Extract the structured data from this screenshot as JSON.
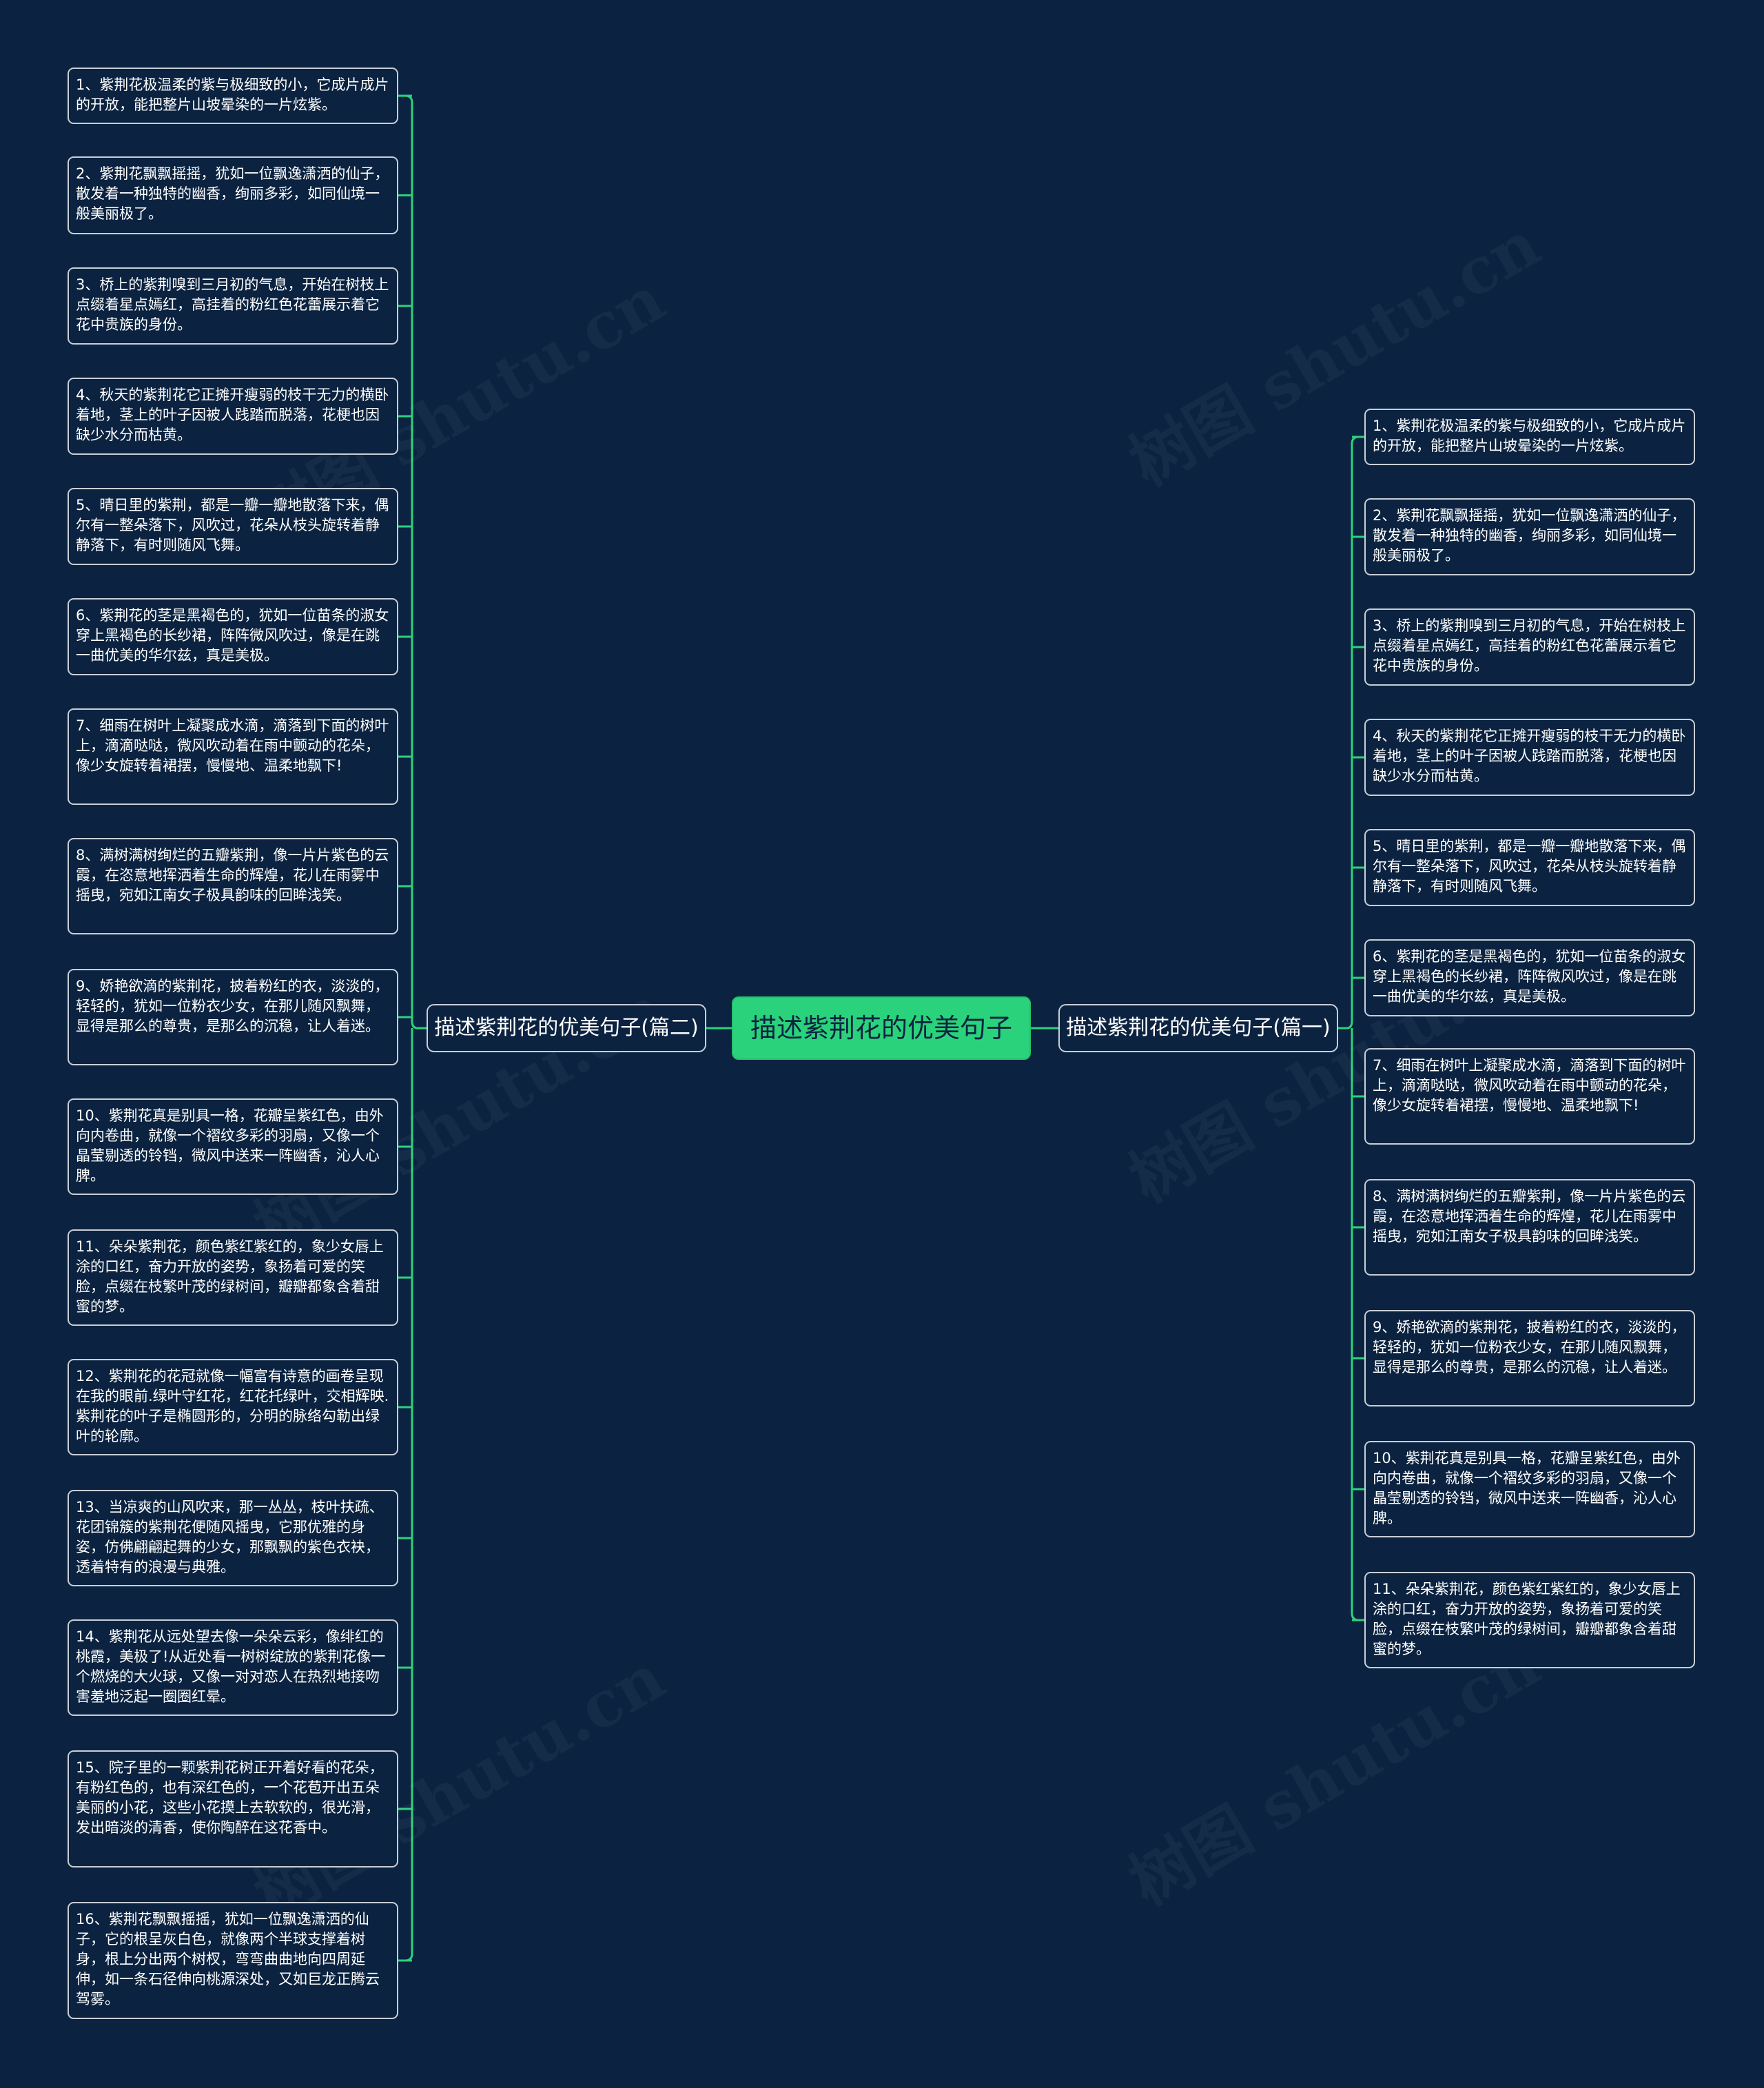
{
  "colors": {
    "background": "#0b2340",
    "connector": "#2bd27c",
    "root_fill": "#2bd27c",
    "node_border": "#c9ced6",
    "text": "#ffffff"
  },
  "watermark_text": "树图 shutu.cn",
  "root": {
    "label": "描述紫荆花的优美句子"
  },
  "left_branch": {
    "label": "描述紫荆花的优美句子(篇二)",
    "items": [
      "1、紫荆花极温柔的紫与极细致的小，它成片成片的开放，能把整片山坡晕染的一片炫紫。",
      "2、紫荆花飘飘摇摇，犹如一位飘逸潇洒的仙子，散发着一种独特的幽香，绚丽多彩，如同仙境一般美丽极了。",
      "3、桥上的紫荆嗅到三月初的气息，开始在树枝上点缀着星点嫣红，高挂着的粉红色花蕾展示着它花中贵族的身份。",
      "4、秋天的紫荆花它正摊开瘦弱的枝干无力的横卧着地，茎上的叶子因被人践踏而脱落，花梗也因缺少水分而枯黄。",
      "5、晴日里的紫荆，都是一瓣一瓣地散落下来，偶尔有一整朵落下，风吹过，花朵从枝头旋转着静静落下，有时则随风飞舞。",
      "6、紫荆花的茎是黑褐色的，犹如一位苗条的淑女穿上黑褐色的长纱裙，阵阵微风吹过，像是在跳一曲优美的华尔兹，真是美极。",
      "7、细雨在树叶上凝聚成水滴，滴落到下面的树叶上，滴滴哒哒，微风吹动着在雨中颤动的花朵，像少女旋转着裙摆，慢慢地、温柔地飘下!",
      "8、满树满树绚烂的五瓣紫荆，像一片片紫色的云霞，在恣意地挥洒着生命的辉煌，花儿在雨雾中摇曳，宛如江南女子极具韵味的回眸浅笑。",
      "9、娇艳欲滴的紫荆花，披着粉红的衣，淡淡的，轻轻的，犹如一位粉衣少女，在那儿随风飘舞，显得是那么的尊贵，是那么的沉稳，让人着迷。",
      "10、紫荆花真是别具一格，花瓣呈紫红色，由外向内卷曲，就像一个褶纹多彩的羽扇，又像一个晶莹剔透的铃铛，微风中送来一阵幽香，沁人心脾。",
      "11、朵朵紫荆花，颜色紫红紫红的，象少女唇上涂的口红，奋力开放的姿势，象扬着可爱的笑脸，点缀在枝繁叶茂的绿树间，瓣瓣都象含着甜蜜的梦。",
      "12、紫荆花的花冠就像一幅富有诗意的画卷呈现在我的眼前.绿叶守红花，红花托绿叶，交相辉映.紫荆花的叶子是椭圆形的，分明的脉络勾勒出绿叶的轮廓。",
      "13、当凉爽的山风吹来，那一丛丛，枝叶扶疏、花团锦簇的紫荆花便随风摇曳，它那优雅的身姿，仿佛翩翩起舞的少女，那飘飘的紫色衣袂，透着特有的浪漫与典雅。",
      "14、紫荆花从远处望去像一朵朵云彩，像绯红的桃霞，美极了!从近处看一树树绽放的紫荆花像一个燃烧的大火球，又像一对对恋人在热烈地接吻害羞地泛起一圈圈红晕。",
      "15、院子里的一颗紫荆花树正开着好看的花朵，有粉红色的，也有深红色的，一个花苞开出五朵美丽的小花，这些小花摸上去软软的，很光滑，发出暗淡的清香，使你陶醉在这花香中。",
      "16、紫荆花飘飘摇摇，犹如一位飘逸潇洒的仙子，它的根呈灰白色，就像两个半球支撑着树身，根上分出两个树杈，弯弯曲曲地向四周延伸，如一条石径伸向桃源深处，又如巨龙正腾云驾雾。"
    ]
  },
  "right_branch": {
    "label": "描述紫荆花的优美句子(篇一)",
    "items": [
      "1、紫荆花极温柔的紫与极细致的小，它成片成片的开放，能把整片山坡晕染的一片炫紫。",
      "2、紫荆花飘飘摇摇，犹如一位飘逸潇洒的仙子，散发着一种独特的幽香，绚丽多彩，如同仙境一般美丽极了。",
      "3、桥上的紫荆嗅到三月初的气息，开始在树枝上点缀着星点嫣红，高挂着的粉红色花蕾展示着它花中贵族的身份。",
      "4、秋天的紫荆花它正摊开瘦弱的枝干无力的横卧着地，茎上的叶子因被人践踏而脱落，花梗也因缺少水分而枯黄。",
      "5、晴日里的紫荆，都是一瓣一瓣地散落下来，偶尔有一整朵落下，风吹过，花朵从枝头旋转着静静落下，有时则随风飞舞。",
      "6、紫荆花的茎是黑褐色的，犹如一位苗条的淑女穿上黑褐色的长纱裙，阵阵微风吹过，像是在跳一曲优美的华尔兹，真是美极。",
      "7、细雨在树叶上凝聚成水滴，滴落到下面的树叶上，滴滴哒哒，微风吹动着在雨中颤动的花朵，像少女旋转着裙摆，慢慢地、温柔地飘下!",
      "8、满树满树绚烂的五瓣紫荆，像一片片紫色的云霞，在恣意地挥洒着生命的辉煌，花儿在雨雾中摇曳，宛如江南女子极具韵味的回眸浅笑。",
      "9、娇艳欲滴的紫荆花，披着粉红的衣，淡淡的，轻轻的，犹如一位粉衣少女，在那儿随风飘舞，显得是那么的尊贵，是那么的沉稳，让人着迷。",
      "10、紫荆花真是别具一格，花瓣呈紫红色，由外向内卷曲，就像一个褶纹多彩的羽扇，又像一个晶莹剔透的铃铛，微风中送来一阵幽香，沁人心脾。",
      "11、朵朵紫荆花，颜色紫红紫红的，象少女唇上涂的口红，奋力开放的姿势，象扬着可爱的笑脸，点缀在枝繁叶茂的绿树间，瓣瓣都象含着甜蜜的梦。"
    ]
  }
}
